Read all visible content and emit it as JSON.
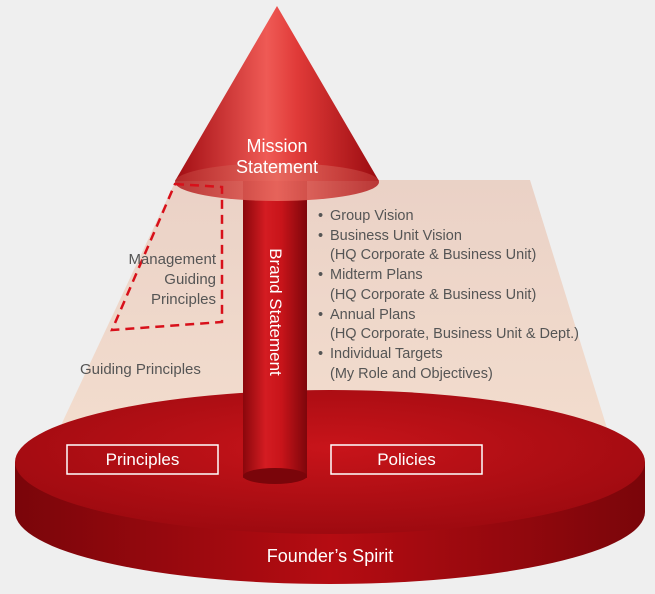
{
  "colors": {
    "background": "#efefef",
    "primary_red": "#c40d14",
    "dark_red": "#8c0a0e",
    "beam": "#f1d3c2",
    "text_gray": "#555555"
  },
  "mission": {
    "line1": "Mission",
    "line2": "Statement"
  },
  "brand_statement": "Brand Statement",
  "management": {
    "line1": "Management",
    "line2": "Guiding",
    "line3": "Principles"
  },
  "guiding_principles": "Guiding Principles",
  "list": [
    {
      "bullet": "•",
      "text": "Group Vision"
    },
    {
      "bullet": "•",
      "text": "Business Unit Vision"
    },
    {
      "bullet": "",
      "text": "(HQ Corporate & Business Unit)"
    },
    {
      "bullet": "•",
      "text": "Midterm Plans"
    },
    {
      "bullet": "",
      "text": "(HQ Corporate & Business Unit)"
    },
    {
      "bullet": "•",
      "text": "Annual Plans"
    },
    {
      "bullet": "",
      "text": "(HQ Corporate, Business Unit & Dept.)"
    },
    {
      "bullet": "•",
      "text": "Individual Targets"
    },
    {
      "bullet": "",
      "text": "(My Role and Objectives)"
    }
  ],
  "base": {
    "principles": "Principles",
    "policies": "Policies",
    "founder": "Founder’s Spirit"
  }
}
